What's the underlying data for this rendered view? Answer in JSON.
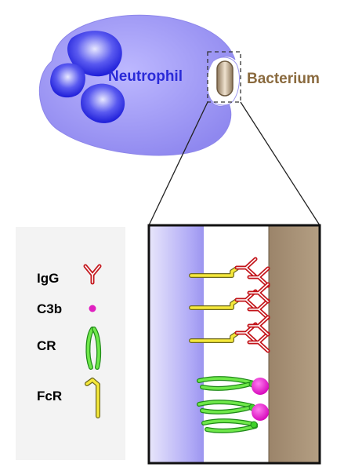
{
  "labels": {
    "neutrophil": "Neutrophil",
    "bacterium": "Bacterium"
  },
  "legend": {
    "items": [
      {
        "label": "IgG",
        "icon": "igg-antibody-icon",
        "color": "#e8211f"
      },
      {
        "label": "C3b",
        "icon": "c3b-dot-icon",
        "color": "#e020c0"
      },
      {
        "label": "CR",
        "icon": "complement-receptor-icon",
        "color": "#33cc22"
      },
      {
        "label": "FcR",
        "icon": "fc-receptor-icon",
        "color": "#f2e43a"
      }
    ]
  },
  "colors": {
    "neutrophil_cytoplasm": "#a9a3f5",
    "neutrophil_nucleus": "#2222e0",
    "bacterium": "#b09a7c",
    "neutrophil_label": "#2a2ad8",
    "bacterium_label": "#8a6a3e",
    "legend_background": "#f3f3f3"
  }
}
